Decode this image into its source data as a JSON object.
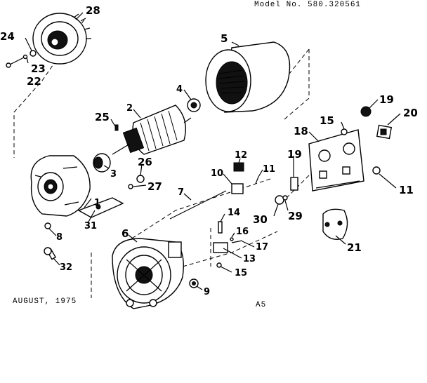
{
  "header": {
    "model": "Model No. 580.320561"
  },
  "footer": {
    "date": "AUGUST, 1975",
    "page_code": "A5"
  },
  "callouts": [
    "28",
    "24",
    "23",
    "22",
    "5",
    "4",
    "2",
    "25",
    "3",
    "26",
    "27",
    "1",
    "31",
    "8",
    "32",
    "6",
    "9",
    "7",
    "10",
    "12",
    "11",
    "14",
    "16",
    "17",
    "13",
    "15",
    "19",
    "18",
    "20",
    "30",
    "29",
    "21"
  ]
}
